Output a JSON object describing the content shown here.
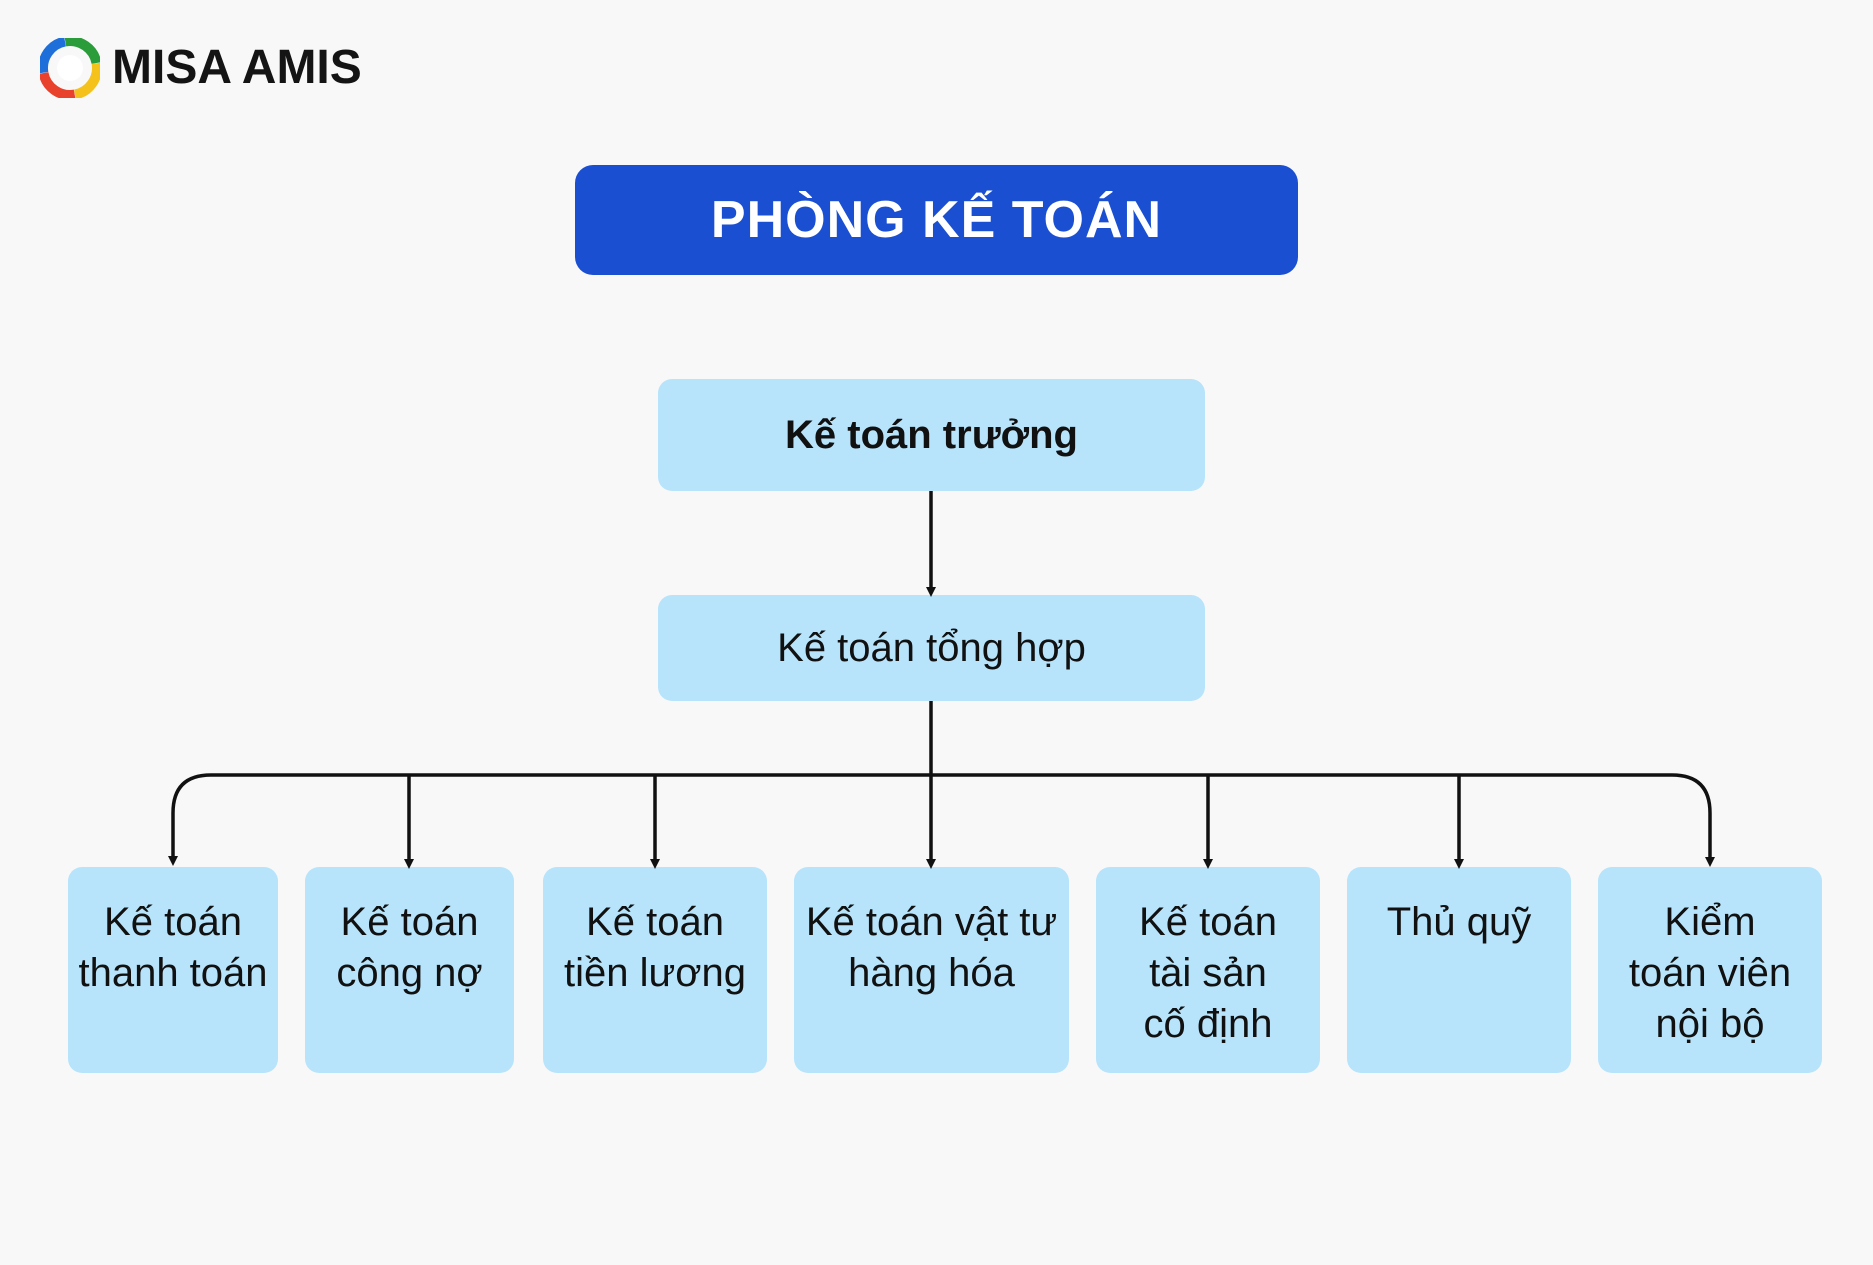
{
  "brand": {
    "name": "MISA AMIS",
    "logo_icon": "misa-amis-swirl-icon"
  },
  "colors": {
    "title_bg": "#1a4fd1",
    "title_text": "#ffffff",
    "node_bg": "#b7e4fb",
    "connector": "#111111",
    "page_bg": "#f8f8f9"
  },
  "diagram": {
    "title": "PHÒNG KẾ TOÁN",
    "head": "Kế toán trưởng",
    "general": "Kế toán tổng hợp",
    "departments": [
      {
        "label": "Kế toán\nthanh toán"
      },
      {
        "label": "Kế toán\ncông nợ"
      },
      {
        "label": "Kế toán\ntiền lương"
      },
      {
        "label": "Kế toán vật tư\nhàng hóa"
      },
      {
        "label": "Kế toán\ntài sản\ncố định"
      },
      {
        "label": "Thủ quỹ"
      },
      {
        "label": "Kiểm\ntoán viên\nnội bộ"
      }
    ]
  }
}
